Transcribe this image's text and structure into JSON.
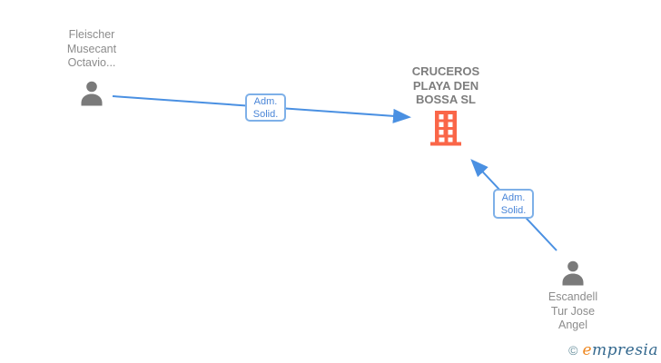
{
  "diagram": {
    "person1": {
      "name": "Fleischer\nMusecant\nOctavio..."
    },
    "company": {
      "name": "CRUCEROS\nPLAYA DEN\nBOSSA SL"
    },
    "person2": {
      "name": "Escandell\nTur Jose\nAngel"
    },
    "edge1": {
      "label": "Adm.\nSolid."
    },
    "edge2": {
      "label": "Adm.\nSolid."
    }
  },
  "colors": {
    "arrow_blue": "#4a90e2",
    "label_box_border": "#7eb0e8",
    "label_text_blue": "#4a86d8",
    "person_icon_gray": "#7a7a7a",
    "person_name_gray": "#8c8c8c",
    "company_name_gray": "#7d7d7d",
    "building_orange": "#fa6648",
    "logo_copyright_teal": "#6c93a0",
    "logo_initial_orange": "#ee8822",
    "logo_rest_blue": "#33688e"
  },
  "watermark": {
    "copyright": "©",
    "brand_initial": "e",
    "brand_rest": "mpresia"
  }
}
